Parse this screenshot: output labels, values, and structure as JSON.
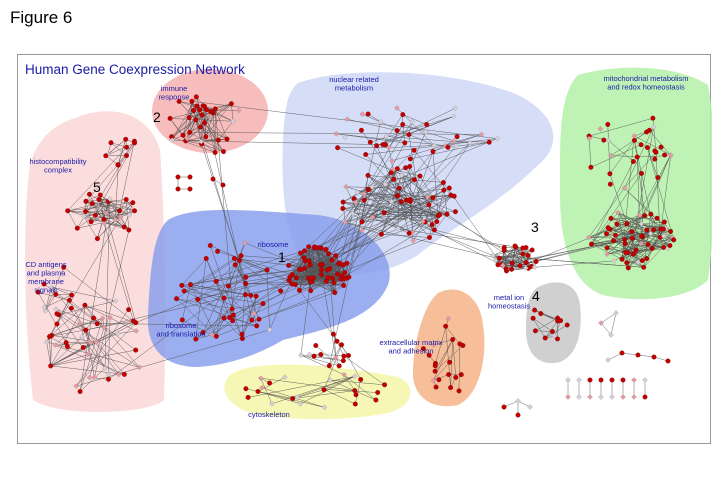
{
  "figure_label": "Figure 6",
  "network_title": "Human Gene Coexpression Network",
  "colors": {
    "title": "#1a1aa8",
    "label": "#1a1aa8",
    "node_dark": "#c00000",
    "node_light": "#e89aa0",
    "node_pale": "#d8d0d8",
    "edge": "#555555"
  },
  "regions": [
    {
      "name": "immune",
      "color": "#f6b0b0",
      "label": "immune\nresponse",
      "cluster_number": "2"
    },
    {
      "name": "histocompatibility",
      "color": "#fcd7d7",
      "label": "histocompatibility\ncomplex",
      "cluster_number": "5"
    },
    {
      "name": "cd-antigens",
      "color": "#fcd7d7",
      "label": "CD antigens\nand plasma\nmembrane\nsignals",
      "cluster_number": ""
    },
    {
      "name": "nuclear",
      "color": "#ced7f6",
      "label": "nuclear related\nmetabolism",
      "cluster_number": ""
    },
    {
      "name": "ribosome",
      "color": "#8aa0ec",
      "label": "ribosome",
      "cluster_number": "1"
    },
    {
      "name": "ribosome-translation",
      "color": "#8aa0ec",
      "label": "ribosome\nand translation",
      "cluster_number": ""
    },
    {
      "name": "mitochondrial",
      "color": "#b4f0a8",
      "label": "mitochondrial metabolism\nand redox homeostasis",
      "cluster_number": ""
    },
    {
      "name": "cluster-3",
      "color": "#ffffff",
      "label": "",
      "cluster_number": "3"
    },
    {
      "name": "metal-ion",
      "color": "#c8c8c8",
      "label": "metal ion\nhomeostasis",
      "cluster_number": "4"
    },
    {
      "name": "extracellular",
      "color": "#f4b488",
      "label": "extracellular matrix\nand adhesion",
      "cluster_number": ""
    },
    {
      "name": "cytoskeleton",
      "color": "#f4f6a8",
      "label": "cytoskeleton",
      "cluster_number": ""
    }
  ]
}
